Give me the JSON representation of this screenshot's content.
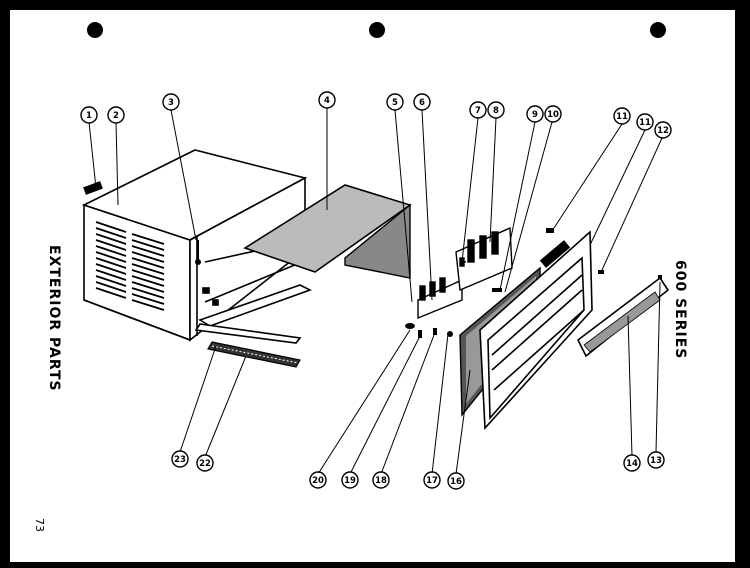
{
  "title_left": "EXTERIOR PARTS",
  "title_right": "600 SERIES",
  "page_number": "73",
  "callouts": [
    "1",
    "2",
    "3",
    "4",
    "5",
    "6",
    "7",
    "8",
    "9",
    "10",
    "11",
    "11",
    "12",
    "13",
    "14",
    "16",
    "17",
    "18",
    "19",
    "20",
    "22",
    "23"
  ]
}
